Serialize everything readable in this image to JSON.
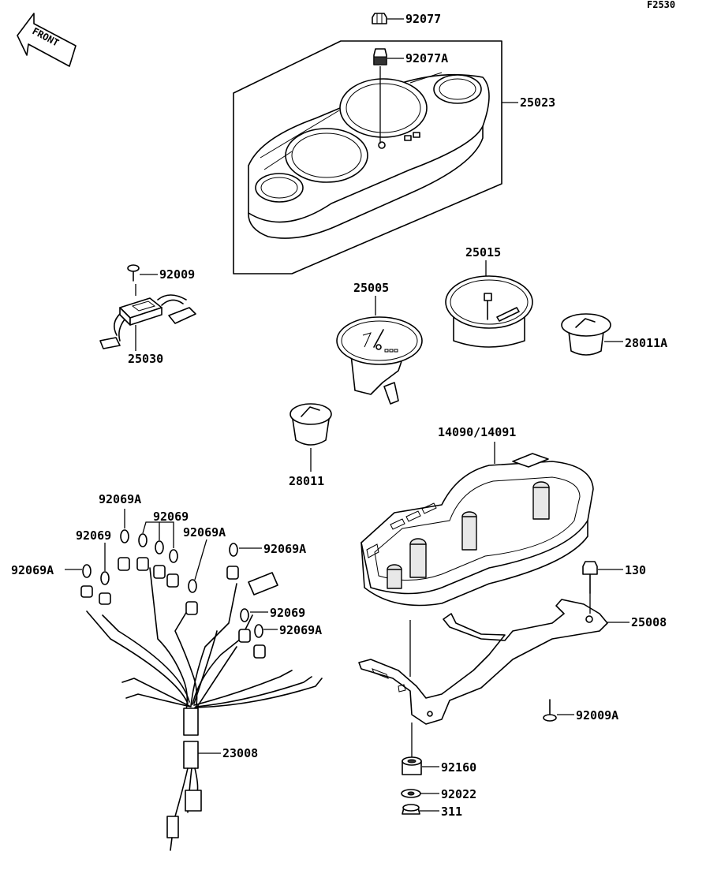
{
  "diagram_code": "F2530",
  "front_label": "FRONT",
  "parts": {
    "p92077": "92077",
    "p92077A": "92077A",
    "p25023": "25023",
    "p92009": "92009",
    "p25030": "25030",
    "p25015": "25015",
    "p25005": "25005",
    "p28011A": "28011A",
    "p28011": "28011",
    "p14090": "14090/14091",
    "p92069A_top": "92069A",
    "p92069_top": "92069",
    "p92069_left": "92069",
    "p92069A_mid": "92069A",
    "p92069A_right": "92069A",
    "p92069A_left": "92069A",
    "p92069_right": "92069",
    "p92069A_lower": "92069A",
    "p130": "130",
    "p25008": "25008",
    "p23008": "23008",
    "p92009A": "92009A",
    "p92160": "92160",
    "p92022": "92022",
    "p311": "311"
  }
}
